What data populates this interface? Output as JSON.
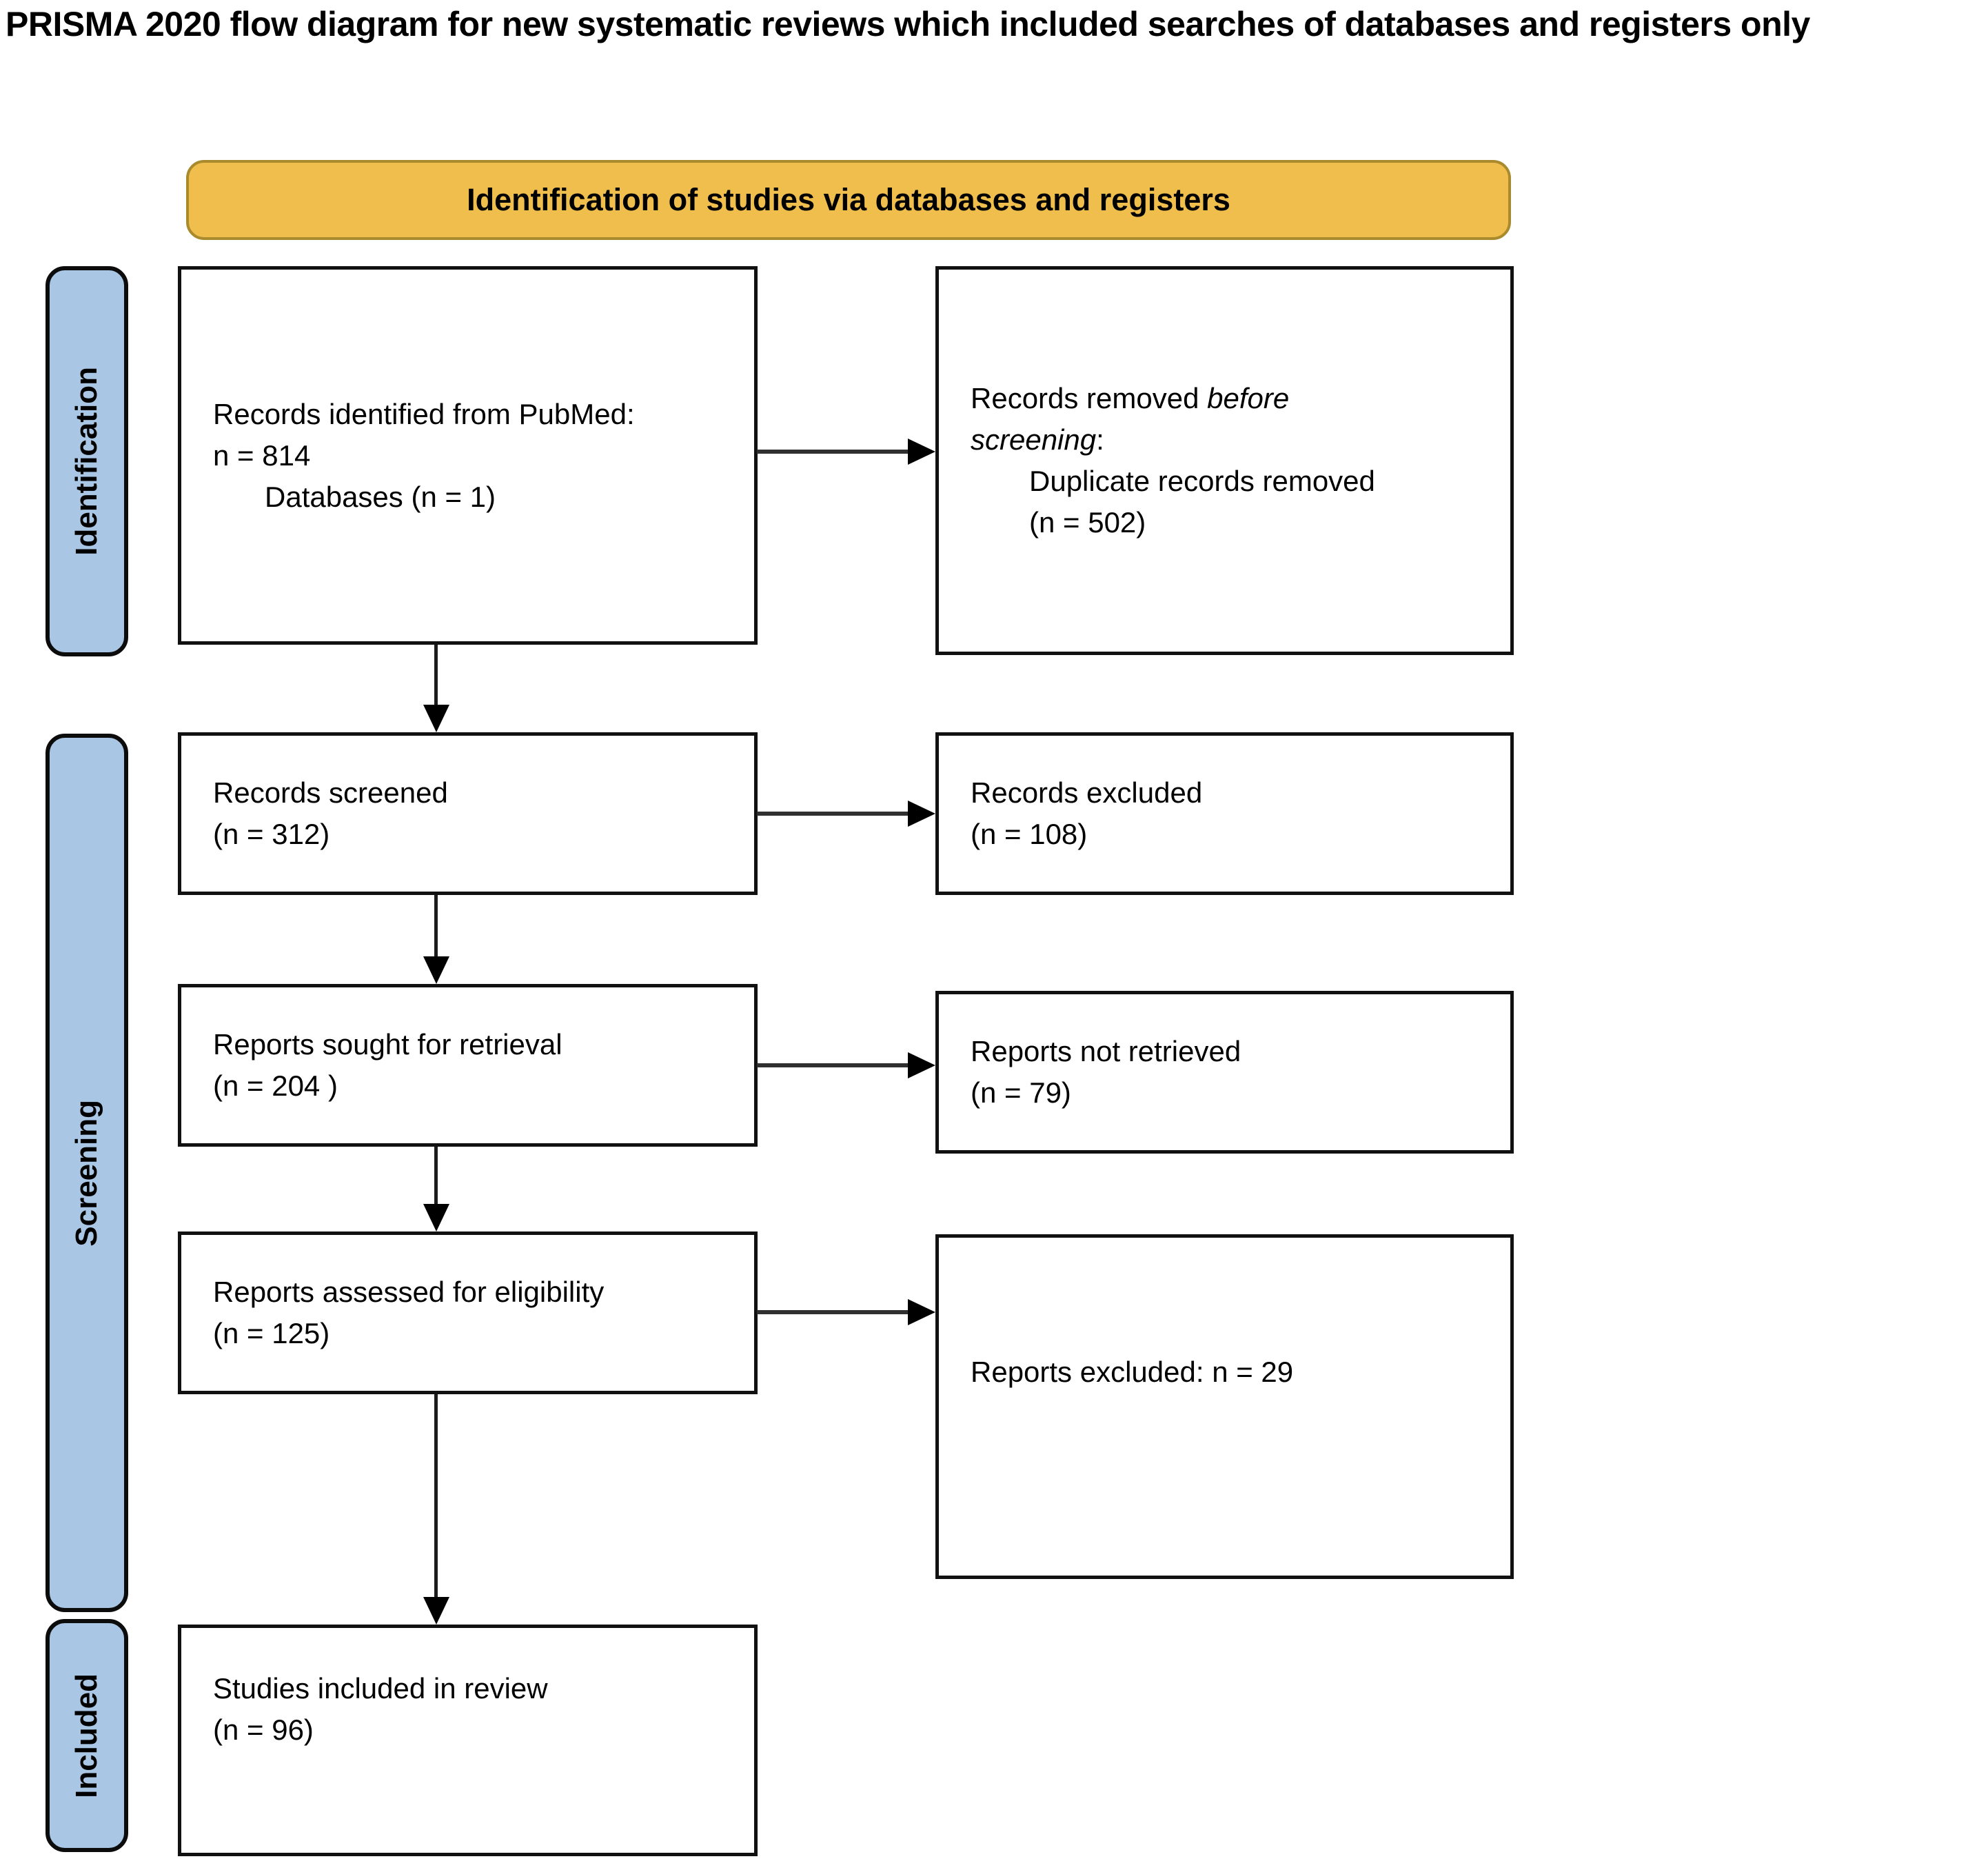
{
  "title": "PRISMA 2020 flow diagram for new systematic reviews which included searches of databases and registers only",
  "banner": {
    "label": "Identification of studies via databases and registers",
    "bg_color": "#F0BE4C",
    "border_color": "#A98B2E"
  },
  "sidebar": {
    "bg_color": "#A9C6E5",
    "border_color": "#0c0c0c",
    "items": [
      {
        "label": "Identification"
      },
      {
        "label": "Screening"
      },
      {
        "label": "Included"
      }
    ]
  },
  "boxes": {
    "records_identified": {
      "line1": "Records identified from PubMed:",
      "line2": "n = 814",
      "line3_indented": "Databases (n = 1)"
    },
    "records_removed": {
      "prefix": "Records removed ",
      "italic": "before\nscreening",
      "suffix": ":",
      "details_indented": "Duplicate records removed\n(n = 502)"
    },
    "records_screened": {
      "text": "Records screened\n(n = 312)"
    },
    "records_excluded": {
      "text": "Records excluded\n(n = 108)"
    },
    "reports_sought": {
      "text": "Reports sought for retrieval\n(n = 204 )"
    },
    "reports_not_retrieved": {
      "text": "Reports not retrieved\n(n = 79)"
    },
    "reports_assessed": {
      "text": "Reports assessed for eligibility\n(n = 125)"
    },
    "reports_excluded": {
      "text": "Reports excluded: n = 29"
    },
    "studies_included": {
      "text": "Studies included in review\n(n = 96)"
    }
  }
}
